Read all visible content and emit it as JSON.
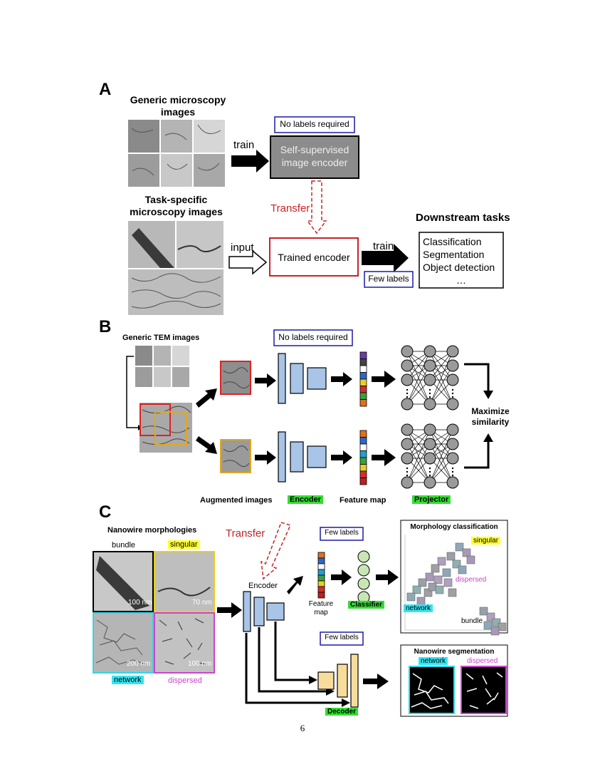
{
  "panelA": {
    "letter": "A",
    "generic_title": "Generic microscopy\nimages",
    "train_label": "train",
    "no_labels": "No labels required",
    "ssl_encoder": "Self-supervised\nimage encoder",
    "transfer": "Transfer",
    "task_title": "Task-specific\nmicroscopy images",
    "input_label": "input",
    "trained_encoder": "Trained encoder",
    "train_label2": "train",
    "few_labels": "Few labels",
    "downstream_title": "Downstream tasks",
    "tasks": [
      "Classification",
      "Segmentation",
      "Object detection",
      "…"
    ]
  },
  "panelB": {
    "letter": "B",
    "generic_tem": "Generic TEM images",
    "no_labels": "No labels required",
    "maximize": "Maximize\nsimilarity",
    "augmented": "Augmented images",
    "encoder": "Encoder",
    "feature_map": "Feature map",
    "projector": "Projector",
    "feature_colors_top": [
      "#6b3fa0",
      "#444444",
      "#ffffff",
      "#2e67c7",
      "#e8d020",
      "#d03030",
      "#3aa040",
      "#e07020"
    ],
    "feature_colors_bottom": [
      "#e07020",
      "#2e67c7",
      "#ffffff",
      "#22a0d0",
      "#3aa040",
      "#e8d020",
      "#d03030",
      "#c02020"
    ]
  },
  "panelC": {
    "letter": "C",
    "morph_title": "Nanowire morphologies",
    "bundle": "bundle",
    "singular": "singular",
    "network": "network",
    "dispersed": "dispersed",
    "scale_100a": "100 nm",
    "scale_70": "70 nm",
    "scale_200": "200 nm",
    "scale_100b": "100 nm",
    "transfer": "Transfer",
    "encoder": "Encoder",
    "few_labels_1": "Few labels",
    "few_labels_2": "Few labels",
    "feature_map": "Feature\nmap",
    "classifier": "Classifier",
    "decoder": "Decoder",
    "morph_class_title": "Morphology classification",
    "cls_singular": "singular",
    "cls_dispersed": "dispersed",
    "cls_network": "network",
    "cls_bundle": "bundle",
    "seg_title": "Nanowire segmentation",
    "seg_network": "network",
    "seg_dispersed": "dispersed",
    "feature_colors": [
      "#e07020",
      "#2e67c7",
      "#ffffff",
      "#22a0d0",
      "#3aa040",
      "#e8d020",
      "#d03030",
      "#c02020"
    ]
  },
  "page_number": "6"
}
